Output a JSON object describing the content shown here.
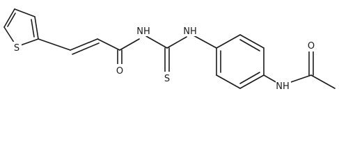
{
  "diagram": {
    "type": "chemical-structure",
    "atoms": {
      "thiophene_s": "S",
      "amide_o": "O",
      "amide_nh": "NH",
      "thiourea_nh": "NH",
      "thio_s": "S",
      "anilide_nh": "NH",
      "acetyl_o": "O"
    }
  }
}
